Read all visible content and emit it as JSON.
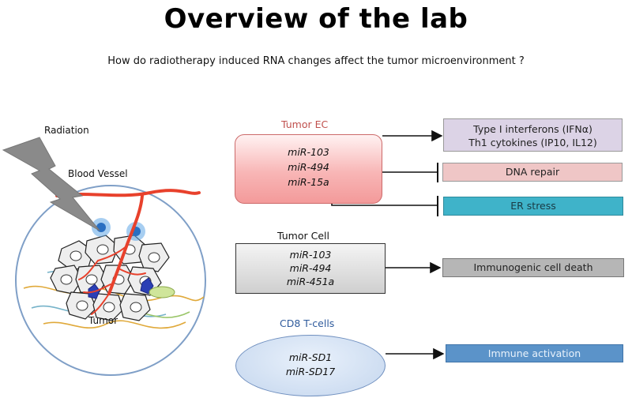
{
  "title": "Overview of the lab",
  "subtitle": "How do radiotherapy induced RNA changes affect the tumor microenvironment ?",
  "illustration": {
    "radiation_label": "Radiation",
    "vessel_label": "Blood Vessel",
    "tumor_label": "Tumor"
  },
  "groups": {
    "tumor_ec": {
      "label": "Tumor EC",
      "label_color": "#c0504d",
      "mirnas": [
        "miR-103",
        "miR-494",
        "miR-15a"
      ]
    },
    "tumor_cell": {
      "label": "Tumor Cell",
      "mirnas": [
        "miR-103",
        "miR-494",
        "miR-451a"
      ]
    },
    "cd8": {
      "label": "CD8 T-cells",
      "label_color": "#2e5a9c",
      "mirnas": [
        "miR-SD1",
        "miR-SD17"
      ]
    }
  },
  "outcomes": {
    "ifn_line1": "Type I interferons (IFNα)",
    "ifn_line2": "Th1 cytokines (IP10, IL12)",
    "dna_repair": "DNA repair",
    "er_stress": "ER stress",
    "icd": "Immunogenic cell death",
    "immune_activation": "Immune activation"
  },
  "colors": {
    "ifn_box": "#dcd3e6",
    "dna_box": "#efc6c6",
    "er_box": "#3fb3c9",
    "icd_box": "#b6b6b6",
    "immune_box": "#5b93c9",
    "vessel_red": "#e8412c"
  }
}
